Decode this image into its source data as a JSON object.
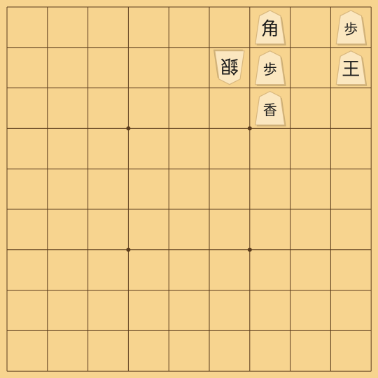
{
  "board": {
    "files": 9,
    "ranks": 9,
    "colors": {
      "wood": "#f7d48f",
      "line": "#5a3b1c",
      "piece_face": "#fbe7c0",
      "piece_edge": "#d8b77e",
      "text": "#1a1a1a"
    },
    "star_points": [
      {
        "col": 3,
        "row": 3
      },
      {
        "col": 6,
        "row": 3
      },
      {
        "col": 3,
        "row": 6
      },
      {
        "col": 6,
        "row": 6
      }
    ],
    "pieces": [
      {
        "kanji": "歩",
        "name": "pawn",
        "col": 8,
        "row": 0,
        "orientation": "sente",
        "style": "cursive"
      },
      {
        "kanji": "角",
        "name": "bishop",
        "col": 6,
        "row": 0,
        "orientation": "sente",
        "style": "normal"
      },
      {
        "kanji": "銀",
        "name": "silver",
        "col": 5,
        "row": 1,
        "orientation": "gote",
        "style": "normal"
      },
      {
        "kanji": "歩",
        "name": "pawn",
        "col": 6,
        "row": 1,
        "orientation": "sente",
        "style": "cursive"
      },
      {
        "kanji": "王",
        "name": "king",
        "col": 8,
        "row": 1,
        "orientation": "sente",
        "style": "normal"
      },
      {
        "kanji": "香",
        "name": "promoted-lance",
        "col": 6,
        "row": 2,
        "orientation": "sente",
        "style": "cursive"
      }
    ]
  }
}
